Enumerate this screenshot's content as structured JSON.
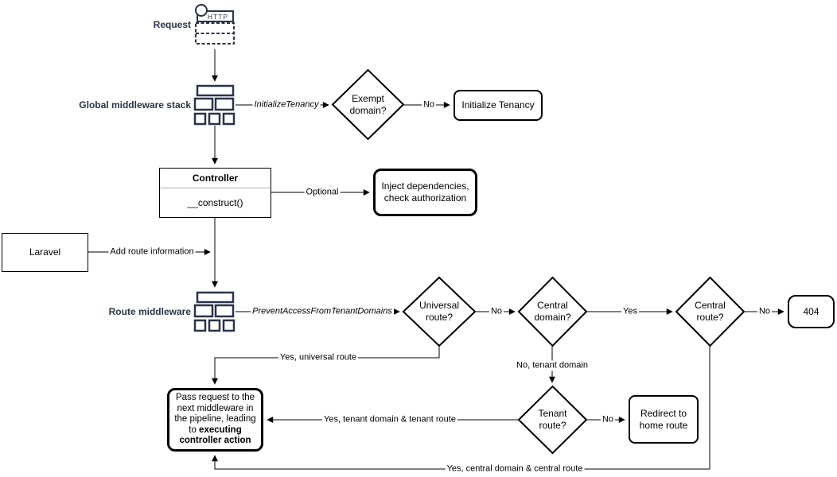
{
  "palette": {
    "bg": "#ffffff",
    "navy": "#283448",
    "black": "#000000",
    "divider": "#b0b0b0"
  },
  "diagram": {
    "request": {
      "label": "Request",
      "icon_label": "HTTP"
    },
    "global_middleware": {
      "label": "Global middleware stack"
    },
    "route_middleware": {
      "label": "Route middleware"
    },
    "controller": {
      "title": "Controller",
      "method": "__construct()"
    },
    "laravel": {
      "label": "Laravel"
    },
    "decisions": {
      "exempt_domain": "Exempt\ndomain?",
      "universal_route": "Universal\nroute?",
      "central_domain": "Central\ndomain?",
      "central_route": "Central\nroute?",
      "tenant_route": "Tenant\nroute?"
    },
    "actions": {
      "initialize_tenancy": "Initialize Tenancy",
      "inject_dependencies": "Inject dependencies,\ncheck authorization",
      "not_found": "404",
      "redirect_home": "Redirect to\nhome route",
      "pass_request_text": "Pass request to the next middleware in the pipeline, leading to ",
      "pass_request_bold": "executing controller action"
    },
    "edge_labels": {
      "initialize_tenancy_middleware": "InitializeTenancy",
      "prevent_access_middleware": "PreventAccessFromTenantDomains",
      "exempt_no": "No",
      "optional": "Optional",
      "add_route_information": "Add route information",
      "universal_no": "No",
      "central_domain_yes": "Yes",
      "central_route_no": "No",
      "tenant_route_no": "No",
      "yes_universal_route": "Yes, universal route",
      "no_tenant_domain": "No, tenant domain",
      "yes_tenant_domain_route": "Yes, tenant domain & tenant route",
      "yes_central_domain_route": "Yes, central domain & central route"
    }
  }
}
